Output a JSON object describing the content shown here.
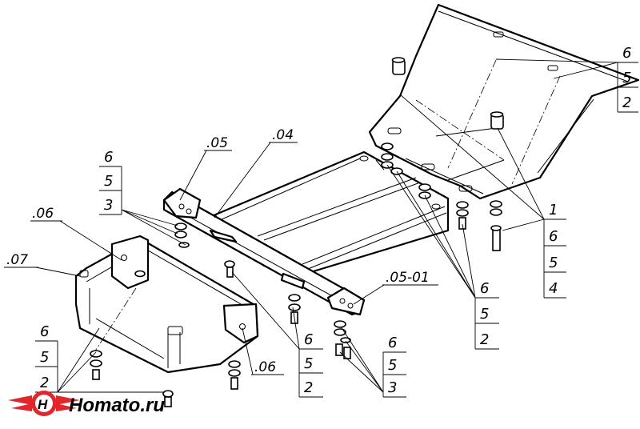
{
  "labels": {
    "p05": ".05",
    "p04": ".04",
    "p06a": ".06",
    "p07": ".07",
    "p0501": ".05-01",
    "p06b": ".06"
  },
  "stacks": [
    {
      "id": "top-right",
      "items": [
        "6",
        "5",
        "2"
      ]
    },
    {
      "id": "right-mid",
      "items": [
        "1",
        "6",
        "5",
        "4"
      ]
    },
    {
      "id": "left-top",
      "items": [
        "6",
        "5",
        "3"
      ]
    },
    {
      "id": "center-low",
      "items": [
        "6",
        "5",
        "2"
      ]
    },
    {
      "id": "center-right",
      "items": [
        "6",
        "5",
        "2"
      ]
    },
    {
      "id": "bottom-right",
      "items": [
        "6",
        "5",
        "3"
      ]
    },
    {
      "id": "bottom-left",
      "items": [
        "6",
        "5",
        "2"
      ]
    }
  ],
  "logo": {
    "text": "Homato.ru",
    "colors": {
      "accent": "#e3262b",
      "dark": "#222222"
    }
  }
}
